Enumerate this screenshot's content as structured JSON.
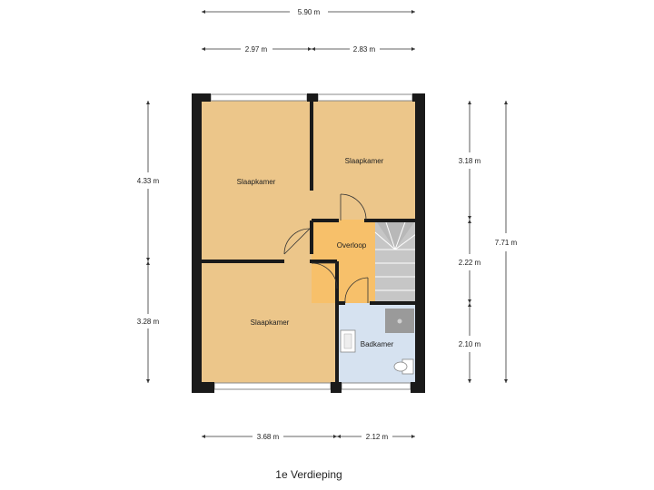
{
  "dimensions": {
    "top_total": "5.90 m",
    "top_left": "2.97 m",
    "top_right": "2.83 m",
    "bottom_left": "3.68 m",
    "bottom_right": "2.12 m",
    "left_upper": "4.33 m",
    "left_lower": "3.28 m",
    "right_1": "3.18 m",
    "right_2": "2.22 m",
    "right_3": "2.10 m",
    "right_total": "7.71 m"
  },
  "rooms": {
    "bedroom_top_left": "Slaapkamer",
    "bedroom_top_right": "Slaapkamer",
    "bedroom_bottom": "Slaapkamer",
    "landing": "Overloop",
    "bathroom": "Badkamer"
  },
  "floor_title": "1e Verdieping",
  "colors": {
    "bedroom": "#ecc68a",
    "landing": "#f7c06a",
    "bathroom": "#d6e2f0",
    "stairs": "#c8c8c8",
    "wall": "#1a1a1a"
  }
}
